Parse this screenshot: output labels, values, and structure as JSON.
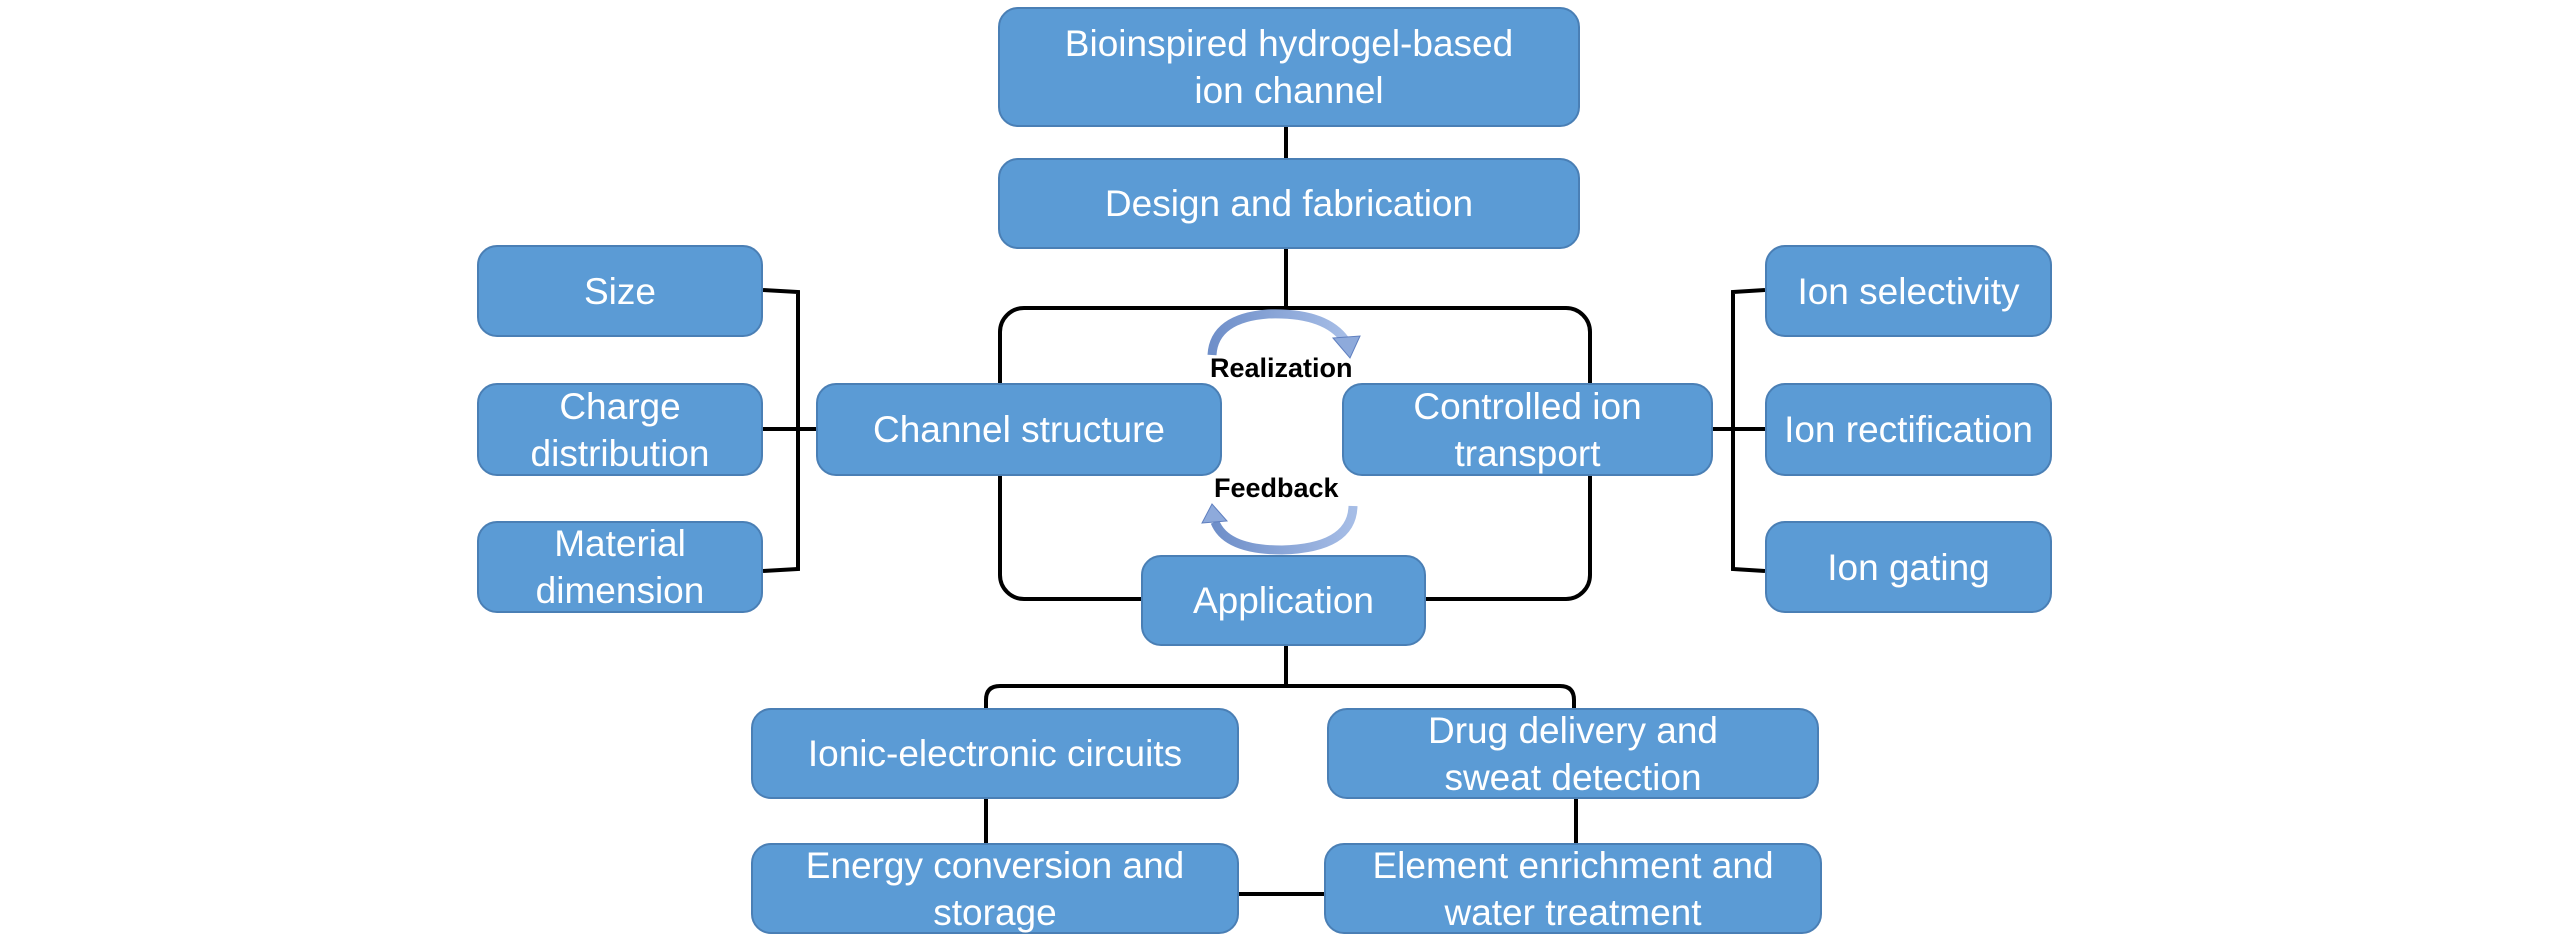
{
  "diagram": {
    "root": "Bioinspired hydrogel-based\nion channel",
    "design": "Design and fabrication",
    "structure": {
      "label": "Channel structure",
      "factors": [
        "Size",
        "Charge\ndistribution",
        "Material\ndimension"
      ]
    },
    "transport": {
      "label": "Controlled ion\ntransport",
      "properties": [
        "Ion selectivity",
        "Ion rectification",
        "Ion gating"
      ]
    },
    "cycle_labels": {
      "realization": "Realization",
      "feedback": "Feedback"
    },
    "application": {
      "label": "Application",
      "items": [
        "Ionic-electronic circuits",
        "Drug delivery and\nsweat detection",
        "Energy conversion and\nstorage",
        "Element enrichment and\nwater treatment"
      ]
    },
    "colors": {
      "box_fill": "#5b9bd5",
      "box_border": "#4a7fb5",
      "box_text": "#ffffff",
      "connector": "#000000",
      "cycle_arrow": "#8eaadb"
    }
  }
}
